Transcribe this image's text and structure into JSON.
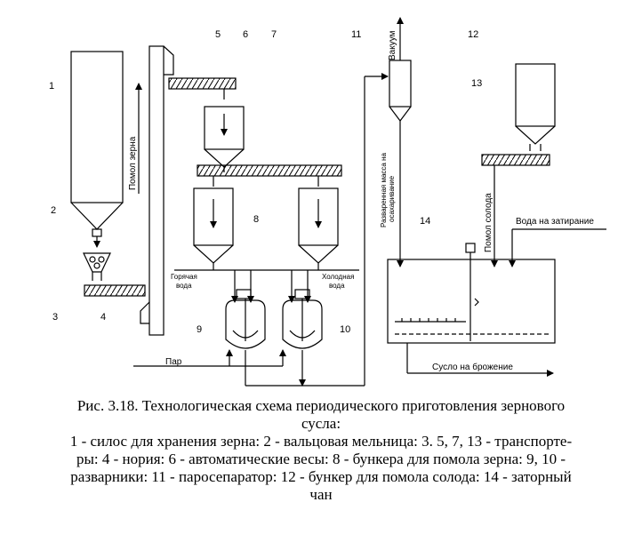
{
  "numbers": {
    "n1": "1",
    "n2": "2",
    "n3": "3",
    "n4": "4",
    "n5": "5",
    "n6": "6",
    "n7": "7",
    "n8": "8",
    "n9": "9",
    "n10": "10",
    "n11": "11",
    "n12": "12",
    "n13": "13",
    "n14": "14"
  },
  "labels": {
    "vacuum": "Вакуум",
    "grain_milling": "Помол зерна",
    "hot_water_1": "Горячая",
    "hot_water_2": "вода",
    "cold_water_1": "Холодная",
    "cold_water_2": "вода",
    "steam": "Пар",
    "boiled_mass_1": "Разваренная масса на",
    "boiled_mass_2": "осахаривание",
    "malt_milling": "Помол солода",
    "mash_water": "Вода на затирание",
    "wort": "Сусло на брожение"
  },
  "caption": {
    "line1": "Рис. 3.18. Технологическая схема периодического приготовления зернового",
    "line2": "сусла:",
    "line3": "1 - силос для хранения зерна: 2 - вальцовая мельница: 3. 5, 7, 13 - транспорте-",
    "line4": "ры: 4 - нория: 6 - автоматические весы: 8 - бункера для помола зерна: 9, 10 -",
    "line5": "разварники: 11 - паросепаратор: 12 - бункер для помола солода: 14 - заторный",
    "line6": "чан"
  }
}
